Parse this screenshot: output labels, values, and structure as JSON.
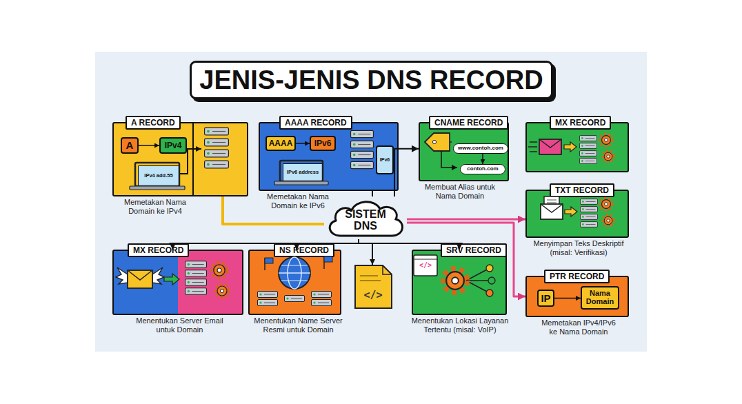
{
  "diagram": {
    "title": "JENIS-JENIS DNS RECORD",
    "nodes": [
      {
        "text": [
          "A RECORD",
          "Memetakan Nama Domain ke IPv4"
        ]
      },
      {
        "text": [
          "A"
        ],
        "in": 0
      },
      {
        "text": [
          "IPv4"
        ],
        "in": 0
      },
      {
        "text": [
          "IPv4 add.55"
        ],
        "in": 0
      },
      {
        "text": [
          "AAAA RECORD",
          "Memetakan Nama Domain ke IPv6"
        ]
      },
      {
        "text": [
          "AAAA"
        ],
        "in": 4
      },
      {
        "text": [
          "IPv6"
        ],
        "in": 4
      },
      {
        "text": [
          "IPv6 address"
        ],
        "in": 4
      },
      {
        "text": [
          "IPv6"
        ],
        "in": 4
      },
      {
        "text": [
          "CNAME RECORD",
          "Membuat Alias untuk Nama Domain"
        ]
      },
      {
        "text": [
          "www.contoh.com"
        ],
        "in": 9
      },
      {
        "text": [
          "contoh.com"
        ],
        "in": 9
      },
      {
        "text": [
          "MX RECORD"
        ]
      },
      {
        "text": [
          "TXT RECORD",
          "Menyimpan Teks Deskriptif (misal: Verifikasi)"
        ]
      },
      {
        "text": [
          "SISTEM DNS"
        ]
      },
      {
        "text": [
          "MX RECORD",
          "Menentukan Server Email untuk Domain"
        ]
      },
      {
        "text": [
          "NS RECORD",
          "Menentukan Name Server Resmi untuk Domain"
        ]
      },
      {
        "text": [
          "SRV RECORD",
          "Menentukan Lokasi Layanan Tertentu (misal: VoIP)"
        ]
      },
      {
        "text": [
          "PTR RECORD",
          "Memetakan IPv4/IPv6 ke Nama Domain"
        ]
      },
      {
        "text": [
          "IP"
        ],
        "in": 18
      },
      {
        "text": [
          "Nama Domain"
        ],
        "in": 18
      }
    ],
    "edges": [
      {
        "from": 0,
        "to": 14,
        "arrow": "none"
      },
      {
        "from": 4,
        "to": 14,
        "arrow": "none"
      },
      {
        "from": 14,
        "to": 9,
        "arrow": "to"
      },
      {
        "from": 14,
        "to": 13,
        "arrow": "to"
      },
      {
        "from": 14,
        "to": 18,
        "arrow": "to"
      },
      {
        "from": 14,
        "to": 15,
        "arrow": "to"
      },
      {
        "from": 14,
        "to": 16,
        "arrow": "to"
      },
      {
        "from": 14,
        "to": 17,
        "arrow": "to"
      },
      {
        "from": 1,
        "to": 2,
        "arrow": "to"
      },
      {
        "from": 5,
        "to": 6,
        "arrow": "to"
      },
      {
        "from": 10,
        "to": 11,
        "arrow": "to"
      },
      {
        "from": 19,
        "to": 20,
        "arrow": "to"
      }
    ],
    "labels": [
      "</>",
      "</>"
    ]
  }
}
